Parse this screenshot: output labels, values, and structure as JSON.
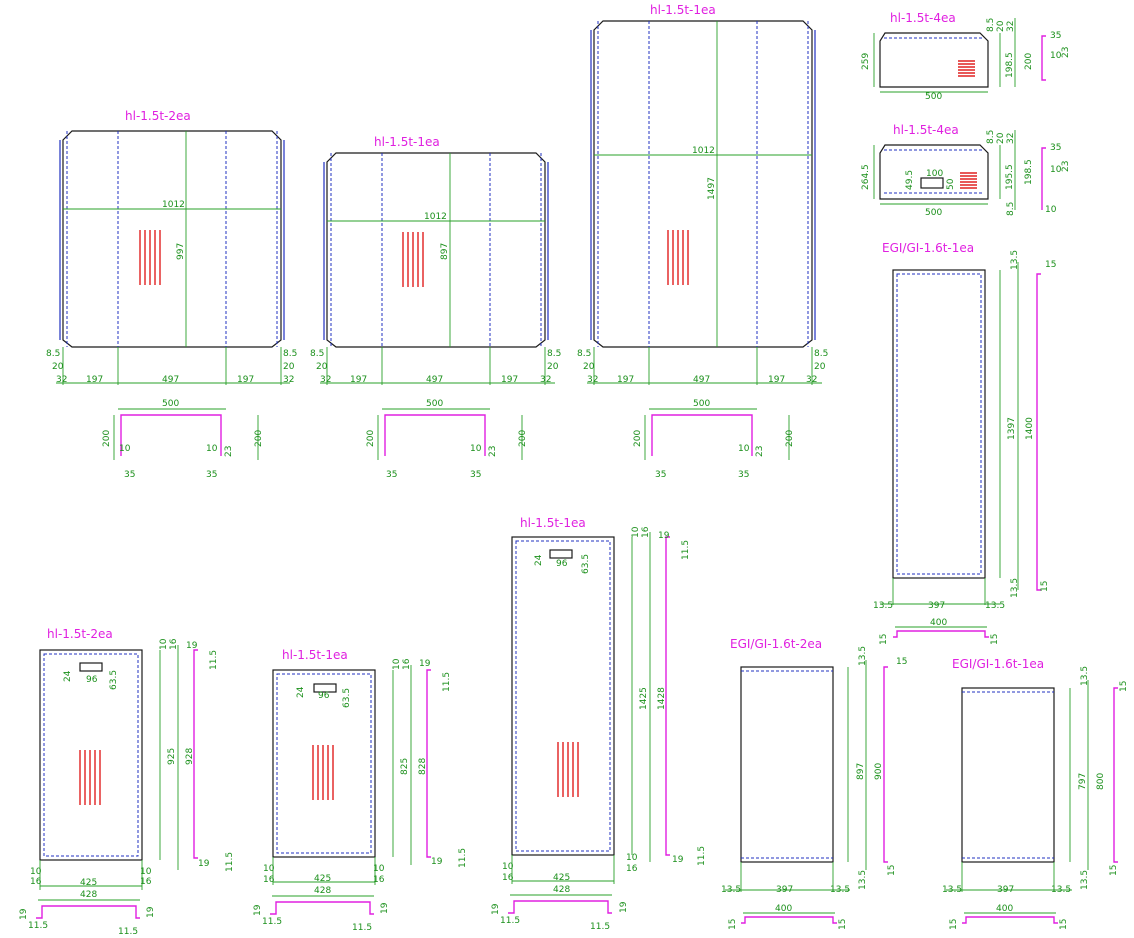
{
  "colors": {
    "title": "#e020e0",
    "dimension": "#1a8f1a",
    "outline": "#1a1a1a",
    "bend_line": "#2030c0",
    "vent": "#e02020",
    "profile": "#e020e0"
  },
  "panels": [
    {
      "title": "hl-1.5t-2ea",
      "height_dim": "997",
      "width_dim": "1012",
      "bottom_dims": [
        "197",
        "497",
        "197"
      ],
      "flange_dims": [
        "8.5",
        "20",
        "32"
      ],
      "section": {
        "width": "500",
        "height": "200",
        "lips": [
          "10",
          "23",
          "35"
        ]
      }
    },
    {
      "title": "hl-1.5t-1ea",
      "height_dim": "897",
      "width_dim": "1012",
      "bottom_dims": [
        "197",
        "497",
        "197"
      ],
      "flange_dims": [
        "8.5",
        "20",
        "32"
      ],
      "section": {
        "width": "500",
        "height": "200",
        "lips": [
          "10",
          "23",
          "35"
        ]
      }
    },
    {
      "title": "hl-1.5t-1ea",
      "height_dim": "1497",
      "width_dim": "1012",
      "bottom_dims": [
        "197",
        "497",
        "197"
      ],
      "flange_dims": [
        "8.5",
        "20",
        "32"
      ],
      "section": {
        "width": "500",
        "height": "200",
        "lips": [
          "10",
          "23",
          "35"
        ]
      }
    }
  ],
  "top_right": [
    {
      "title": "hl-1.5t-4ea",
      "dims": [
        "259",
        "198.5",
        "200",
        "500",
        "8.5",
        "20",
        "32",
        "35",
        "10",
        "23"
      ]
    },
    {
      "title": "hl-1.5t-4ea",
      "dims": [
        "264.5",
        "195.5",
        "198.5",
        "500",
        "100",
        "49.5",
        "50",
        "8.5",
        "20",
        "32",
        "35",
        "10",
        "10",
        "23",
        "8.5"
      ]
    }
  ],
  "egi_tall": {
    "title": "EGI/GI-1.6t-1ea",
    "dims": [
      "1397",
      "1400",
      "397",
      "13.5",
      "13.5",
      "13.5",
      "13.5",
      "15",
      "15"
    ],
    "section": {
      "width": "400",
      "lip": "15"
    }
  },
  "bottom_panels": [
    {
      "title": "hl-1.5t-2ea",
      "dims": [
        "925",
        "928",
        "425",
        "428",
        "96",
        "24",
        "63.5",
        "10",
        "16",
        "19",
        "11.5"
      ]
    },
    {
      "title": "hl-1.5t-1ea",
      "dims": [
        "825",
        "828",
        "425",
        "428",
        "96",
        "24",
        "63.5",
        "10",
        "16",
        "19",
        "11.5"
      ]
    },
    {
      "title": "hl-1.5t-1ea",
      "dims": [
        "1425",
        "1428",
        "425",
        "428",
        "96",
        "24",
        "63.5",
        "10",
        "16",
        "19",
        "11.5"
      ]
    }
  ],
  "egi_small": [
    {
      "title": "EGI/GI-1.6t-2ea",
      "dims": [
        "897",
        "900",
        "397",
        "400",
        "13.5",
        "15"
      ]
    },
    {
      "title": "EGI/GI-1.6t-1ea",
      "dims": [
        "797",
        "800",
        "397",
        "400",
        "13.5",
        "15"
      ]
    }
  ]
}
